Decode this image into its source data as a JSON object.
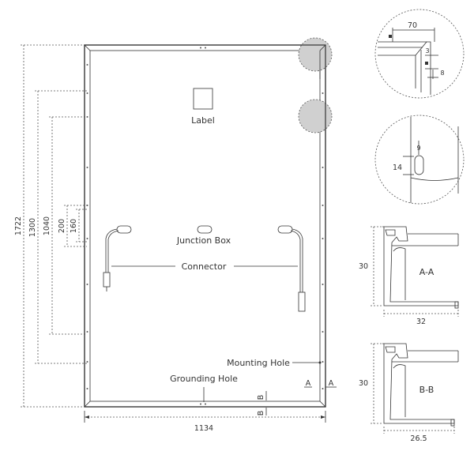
{
  "labels": {
    "label_box": "Label",
    "junction_box": "Junction Box",
    "connector": "Connector",
    "mounting_hole": "Mounting Hole",
    "grounding_hole": "Grounding Hole",
    "section_a": "A",
    "section_b": "B",
    "section_aa": "A-A",
    "section_bb": "B-B"
  },
  "dimensions": {
    "height_total": "1722",
    "height_1300": "1300",
    "height_1040": "1040",
    "height_200": "200",
    "height_160": "160",
    "width_total": "1134",
    "corner_70": "70",
    "corner_3": "3",
    "corner_8": "8",
    "hole_9": "9",
    "hole_14": "14",
    "aa_height": "30",
    "aa_width": "32",
    "bb_height": "30",
    "bb_width": "26.5"
  }
}
